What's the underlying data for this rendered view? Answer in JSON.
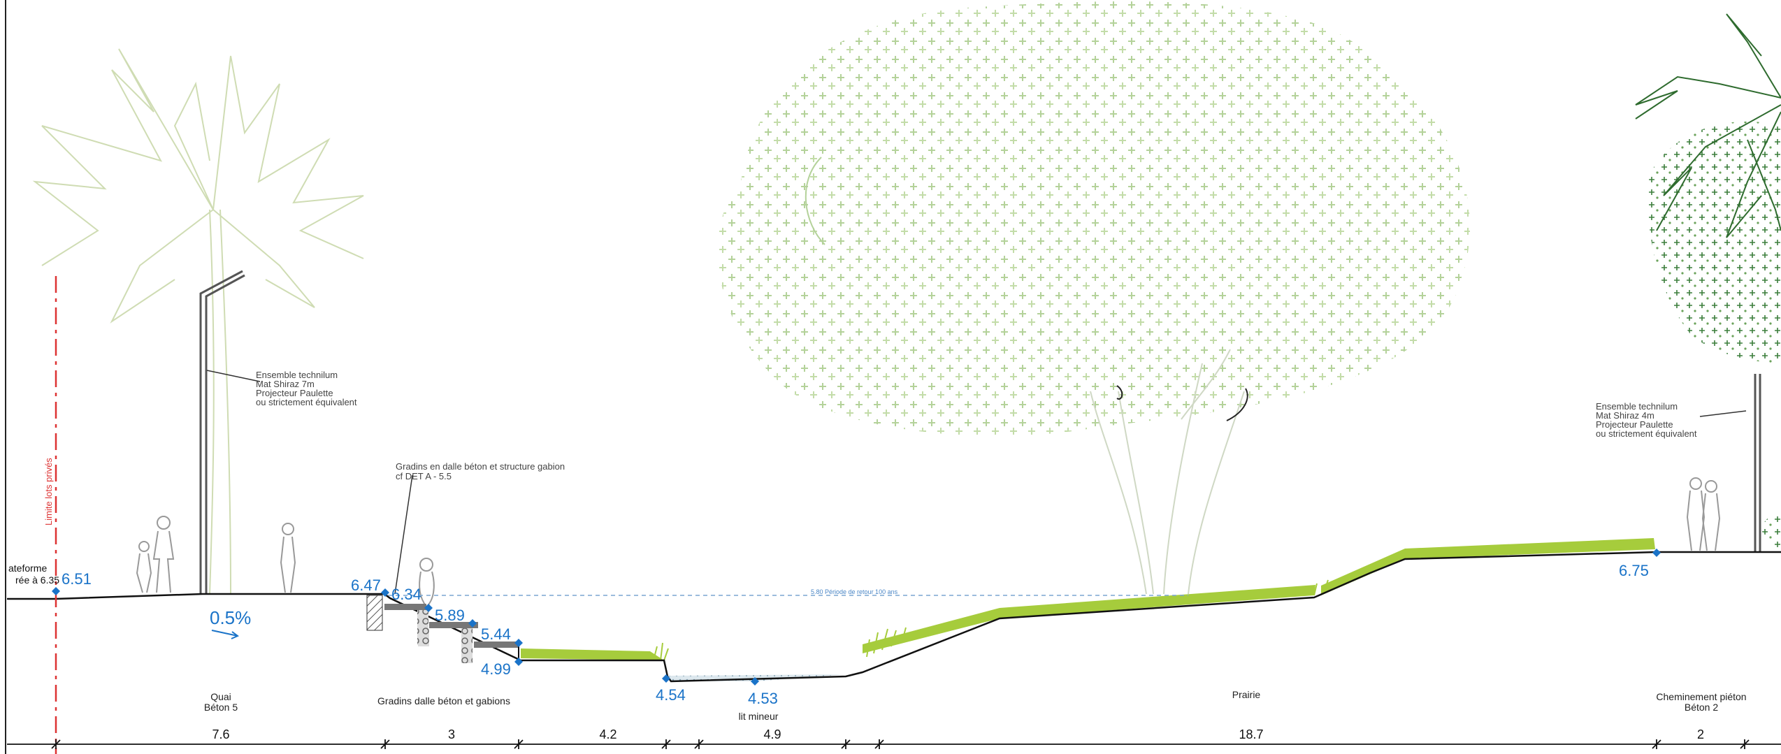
{
  "notes": {
    "lamp_left": [
      "Ensemble technilum",
      "Mat Shiraz 7m",
      "Projecteur Paulette",
      "ou strictement équivalent"
    ],
    "gradins": [
      "Gradins en dalle béton et structure gabion",
      "cf DET A - 5.5"
    ],
    "lamp_right": [
      "Ensemble technilum",
      "Mat Shiraz 4m",
      "Projecteur Paulette",
      "ou strictement équivalent"
    ],
    "limite": "Limite lots privés",
    "plateforme": [
      "ateforme",
      "rée à 6.35"
    ],
    "flood_line": "5.80  Période de retour 100 ans",
    "slope": "0.5%"
  },
  "elevations": [
    "6.51",
    "6.47",
    "6.34",
    "5.89",
    "5.44",
    "4.99",
    "4.54",
    "4.53",
    "6.75"
  ],
  "zones": {
    "quai": [
      "Quai",
      "Béton 5"
    ],
    "gradins": "Gradins dalle béton et gabions",
    "lit": "lit mineur",
    "prairie": "Prairie",
    "chemin": [
      "Cheminement piéton",
      "Béton 2"
    ]
  },
  "dimensions": [
    "7.6",
    "3",
    "4.2",
    "4.9",
    "18.7",
    "2"
  ],
  "colors": {
    "grass": "#a6cc3c",
    "elevation": "#1a73c8",
    "tree": "#b4d29a",
    "dark_tree": "#2e6b2e",
    "limit_line": "#d33"
  }
}
